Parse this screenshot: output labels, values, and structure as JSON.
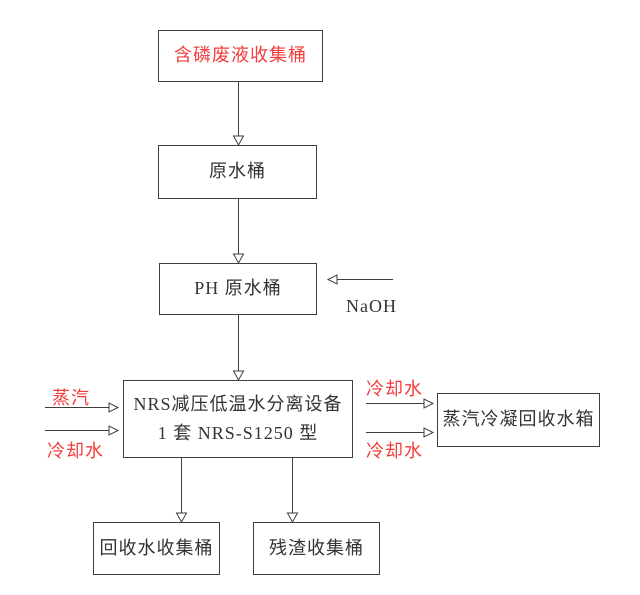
{
  "diagram": {
    "type": "process-flowchart",
    "boxes": {
      "waste_collection": {
        "label": "含磷废液收集桶",
        "text_color": "#f43c3c"
      },
      "raw_water_tank": {
        "label": "原水桶"
      },
      "ph_raw_water_tank": {
        "label": "PH 原水桶"
      },
      "separator": {
        "line1": "NRS减压低温水分离设备",
        "line2": "1 套 NRS-S1250 型"
      },
      "steam_condensate_tank": {
        "label": "蒸汽冷凝回收水箱"
      },
      "recycled_water_tank": {
        "label": "回收水收集桶"
      },
      "residue_tank": {
        "label": "残渣收集桶"
      }
    },
    "stream_labels": {
      "naoh": "NaOH",
      "steam_in": "蒸汽",
      "coolant_in": "冷却水",
      "coolant_out_top": "冷却水",
      "coolant_out_bottom": "冷却水"
    },
    "colors": {
      "highlight_red": "#f43c3c",
      "line": "#3f3f3f",
      "text": "#333333",
      "background": "#ffffff"
    }
  }
}
